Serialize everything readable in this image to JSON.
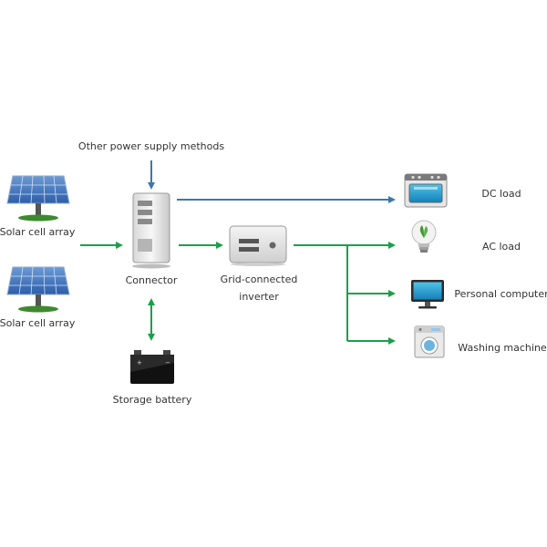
{
  "labels": {
    "other_power": "Other power supply methods",
    "solar_1": "Solar cell array",
    "solar_2": "Solar cell array",
    "connector": "Connector",
    "inverter_line1": "Grid-connected",
    "inverter_line2": "inverter",
    "battery": "Storage battery",
    "dc_load": "DC load",
    "ac_load": "AC load",
    "pc": "Personal computer",
    "washer": "Washing machine"
  },
  "colors": {
    "green_arrow": "#1aa04a",
    "blue_arrow": "#3b78ad"
  },
  "icons": [
    "solar-panel-icon",
    "server-tower-icon",
    "inverter-box-icon",
    "car-battery-icon",
    "oven-icon",
    "light-bulb-icon",
    "monitor-icon",
    "washing-machine-icon"
  ]
}
